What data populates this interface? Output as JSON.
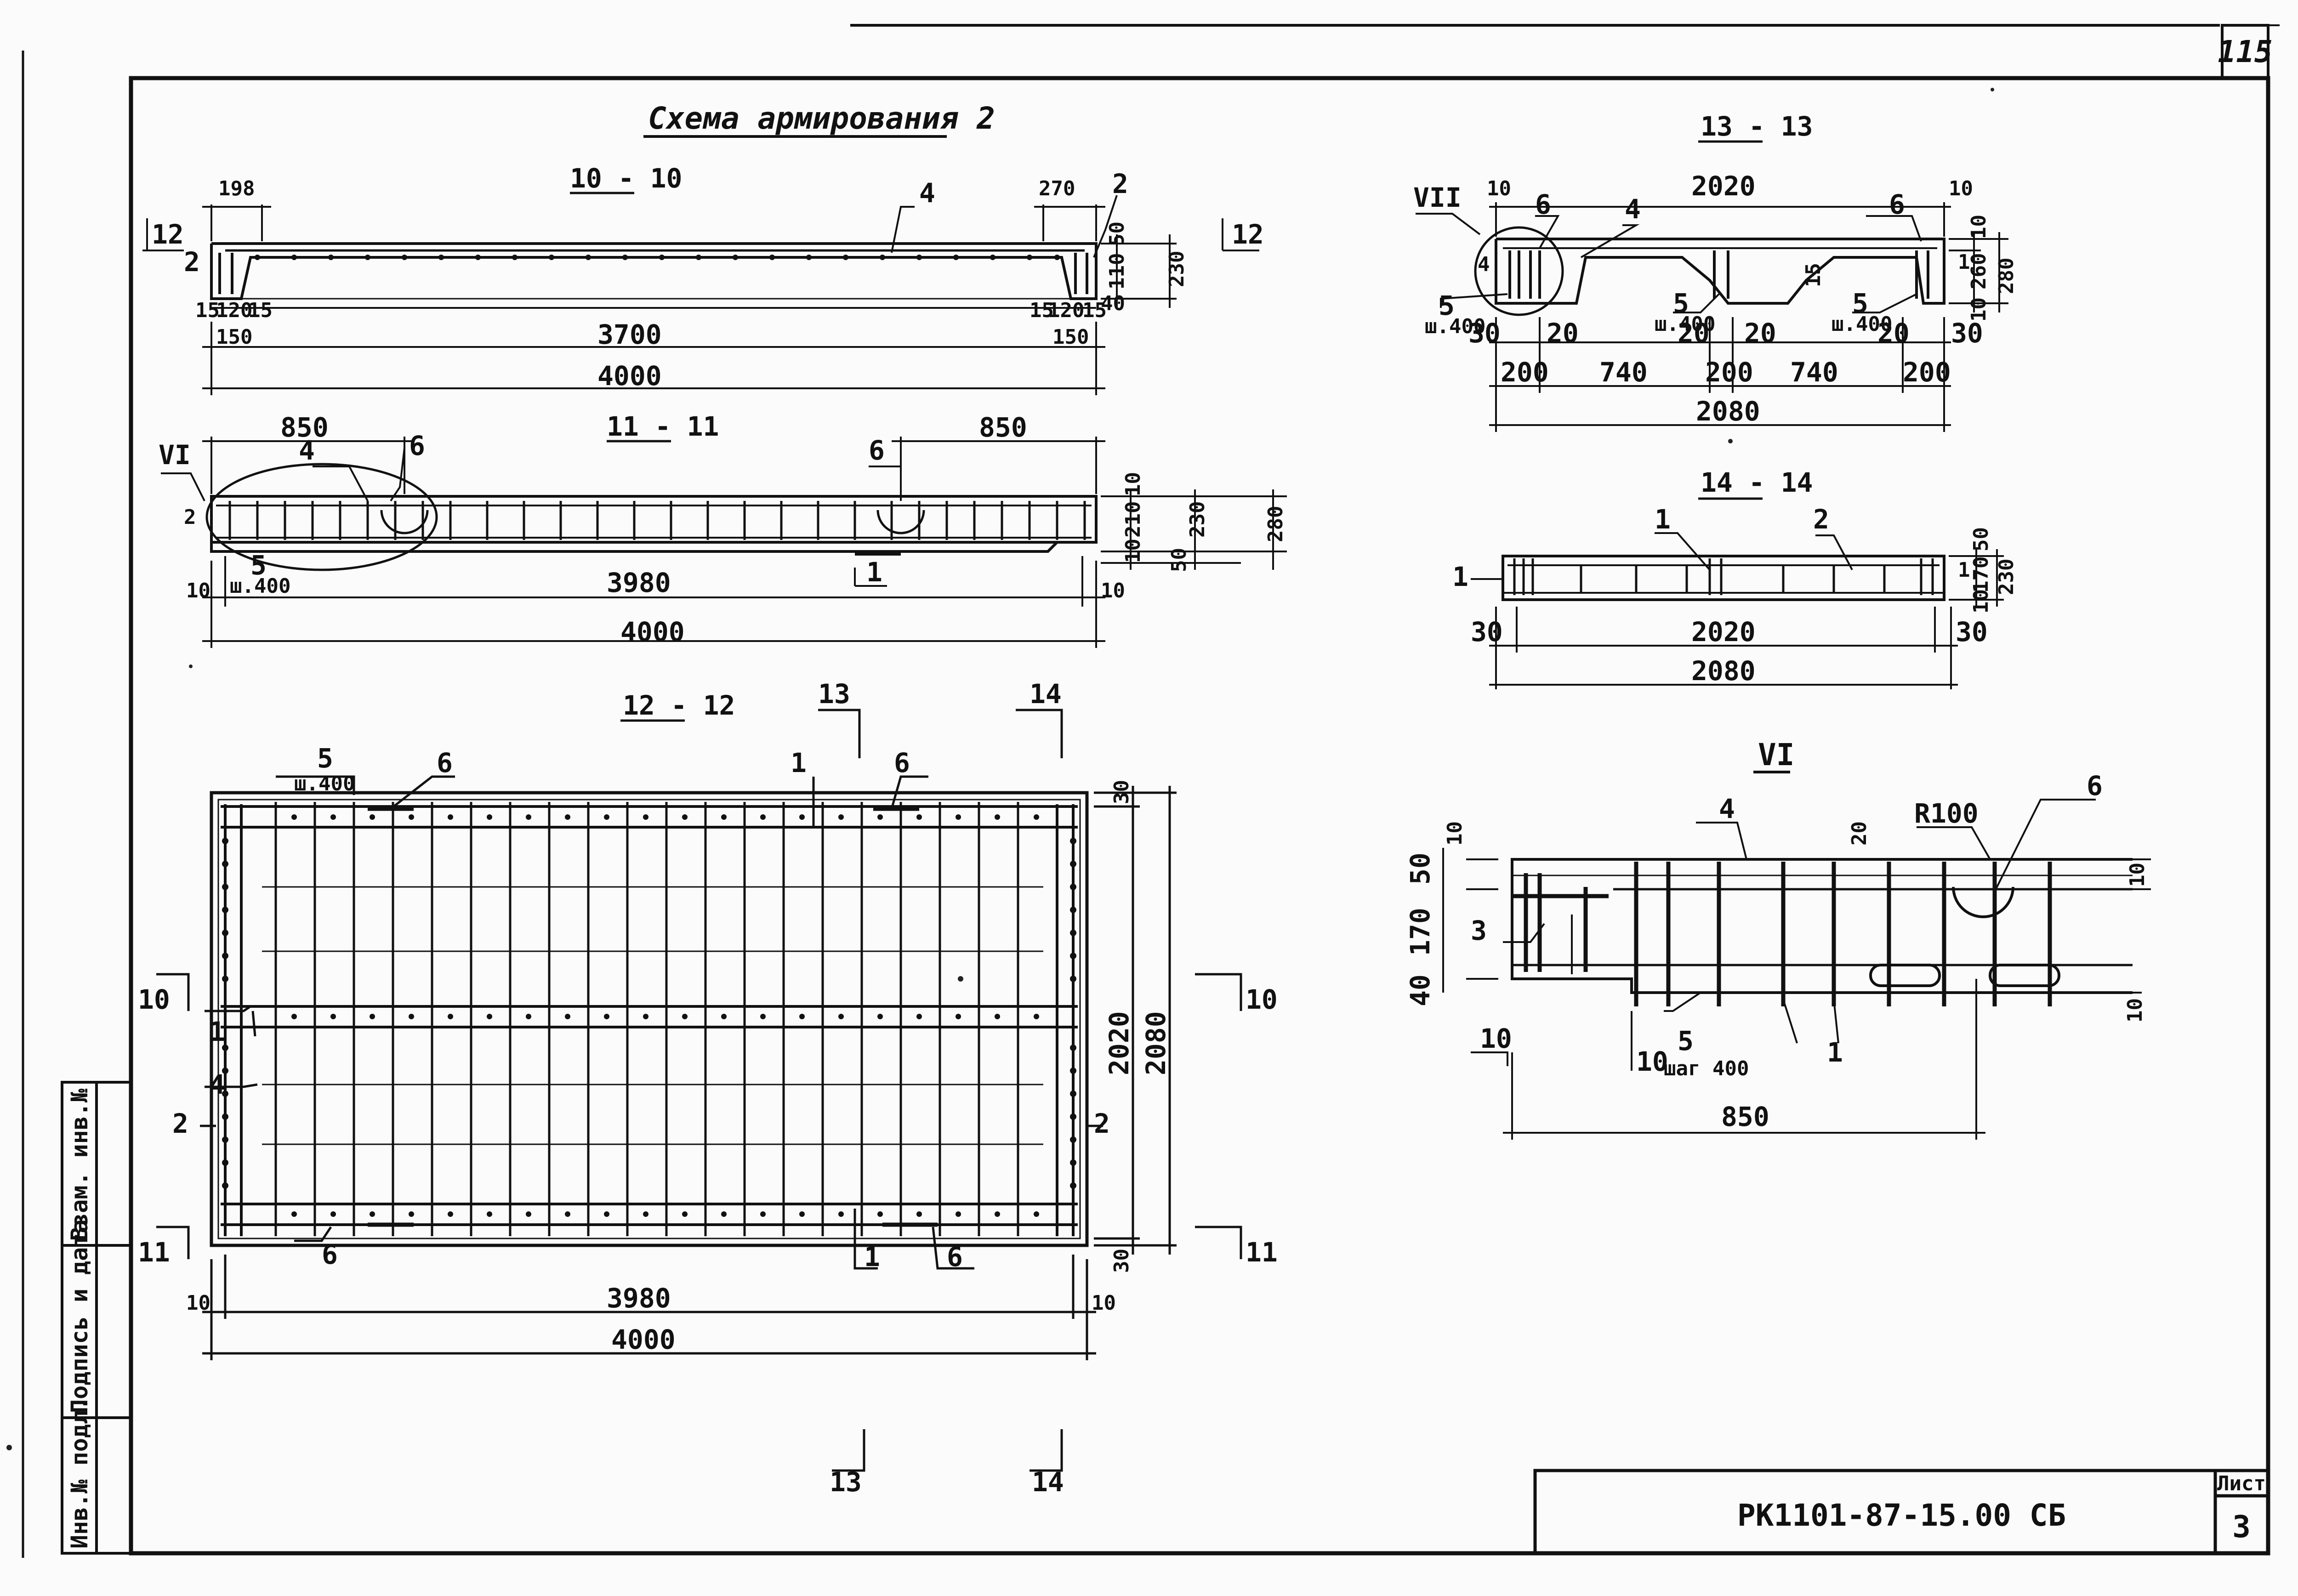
{
  "sheet_number": "115",
  "title": "Схема армирования 2",
  "doc_code": "РК1101-87-15.00 СБ",
  "sheet_label": "Лист",
  "sheet_page": "3",
  "stamp": {
    "col1": "Инв.№ подл.",
    "col2": "Подпись и дата",
    "col3": "Взам. инв.№"
  },
  "sections": {
    "s10": {
      "title": "10 - 10",
      "marks": {
        "pos4": "4",
        "pos2a": "2",
        "pos2b": "2",
        "cut_l": "12",
        "cut_r": "12"
      },
      "dims": {
        "d198": "198",
        "d270": "270",
        "d50": "50",
        "d110": "110",
        "d230": "230",
        "d40": "40",
        "d15a": "15",
        "d120a": "120",
        "d15b": "15",
        "d15c": "15",
        "d120b": "120",
        "d15d": "15",
        "d150a": "150",
        "d3700": "3700",
        "d150b": "150",
        "d4000": "4000"
      }
    },
    "s11": {
      "title": "11 - 11",
      "marks": {
        "vi": "VI",
        "pos4": "4",
        "pos6a": "6",
        "pos6b": "6",
        "pos2": "2",
        "pos5": "5",
        "step": "ш.400",
        "pos1": "1"
      },
      "dims": {
        "d850a": "850",
        "d850b": "850",
        "d10a": "10",
        "d210": "210",
        "d10b": "10",
        "d230": "230",
        "d50": "50",
        "d280": "280",
        "d10l": "10",
        "d3980": "3980",
        "d10r": "10",
        "d4000": "4000"
      }
    },
    "s12": {
      "title": "12 - 12",
      "marks": {
        "pos5": "5",
        "step": "ш.400",
        "pos6a": "6",
        "pos1a": "1",
        "pos6b": "6",
        "pos1b": "1",
        "pos4": "4",
        "pos2l": "2",
        "pos2r": "2",
        "pos6c": "6",
        "pos1c": "1",
        "pos6d": "6",
        "cut13t": "13",
        "cut14t": "14",
        "cut13b": "13",
        "cut14b": "14",
        "cut10l": "10",
        "cut10r": "10",
        "cut11l": "11",
        "cut11r": "11"
      },
      "dims": {
        "d30a": "30",
        "d2020": "2020",
        "d2080": "2080",
        "d30b": "30",
        "d10l": "10",
        "d3980": "3980",
        "d10r": "10",
        "d4000": "4000"
      }
    },
    "s13": {
      "title": "13 - 13",
      "marks": {
        "vii": "VII",
        "pos6a": "6",
        "pos4": "4",
        "pos6b": "6",
        "pos1": "1",
        "pos5a": "5",
        "step_a": "ш.400",
        "pos5b": "5",
        "step_b": "ш.400",
        "pos5c": "5",
        "step_c": "ш.400",
        "pos4s": "4",
        "d15": "15"
      },
      "dims": {
        "d10a": "10",
        "d2020": "2020",
        "d10b": "10",
        "d10c": "10",
        "d260": "260",
        "d280": "280",
        "d10d": "10",
        "d30a": "30",
        "d20a": "20",
        "d20b": "20",
        "d20c": "20",
        "d20d": "20",
        "d30b": "30",
        "d200a": "200",
        "d740a": "740",
        "d200b": "200",
        "d740b": "740",
        "d200c": "200",
        "d2080": "2080"
      }
    },
    "s14": {
      "title": "14 - 14",
      "marks": {
        "pos1": "1",
        "pos2": "2",
        "pos1l": "1",
        "pos1r": "1"
      },
      "dims": {
        "d50": "50",
        "d170": "170",
        "d230": "230",
        "d10": "10",
        "d30a": "30",
        "d2020": "2020",
        "d30b": "30",
        "d2080": "2080"
      }
    },
    "det6": {
      "title": "VI",
      "marks": {
        "pos4": "4",
        "pos3": "3",
        "r100": "R100",
        "pos6": "6",
        "pos5": "5",
        "step": "шаг 400",
        "pos1": "1"
      },
      "dims": {
        "d10a": "10",
        "d20": "20",
        "d50": "50",
        "d170": "170",
        "d40": "40",
        "d10b": "10",
        "d10c": "10",
        "d10d": "10",
        "d10e": "10",
        "d850": "850"
      }
    }
  }
}
